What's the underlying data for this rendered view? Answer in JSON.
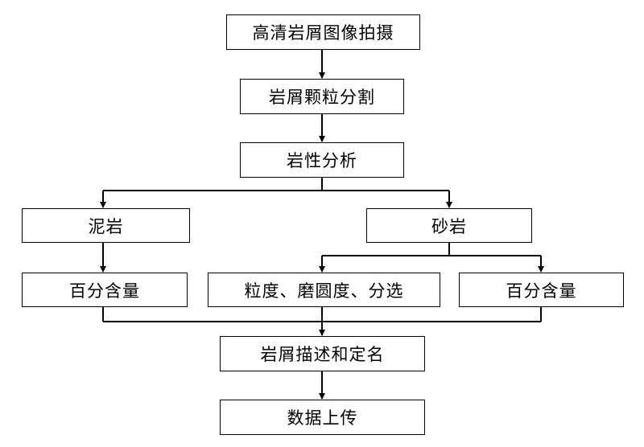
{
  "flowchart": {
    "nodes": {
      "capture": "高清岩屑图像拍摄",
      "segment": "岩屑颗粒分割",
      "lithology": "岩性分析",
      "mudstone": "泥岩",
      "sandstone": "砂岩",
      "mud_percent": "百分含量",
      "grain_features": "粒度、磨圆度、分选",
      "sand_percent": "百分含量",
      "describe_name": "岩屑描述和定名",
      "upload": "数据上传"
    },
    "edges": [
      [
        "capture",
        "segment"
      ],
      [
        "segment",
        "lithology"
      ],
      [
        "lithology",
        "mudstone"
      ],
      [
        "lithology",
        "sandstone"
      ],
      [
        "mudstone",
        "mud_percent"
      ],
      [
        "sandstone",
        "grain_features"
      ],
      [
        "sandstone",
        "sand_percent"
      ],
      [
        "mud_percent",
        "describe_name"
      ],
      [
        "grain_features",
        "describe_name"
      ],
      [
        "sand_percent",
        "describe_name"
      ],
      [
        "describe_name",
        "upload"
      ]
    ],
    "line_color": "#000000",
    "background": "#ffffff"
  }
}
